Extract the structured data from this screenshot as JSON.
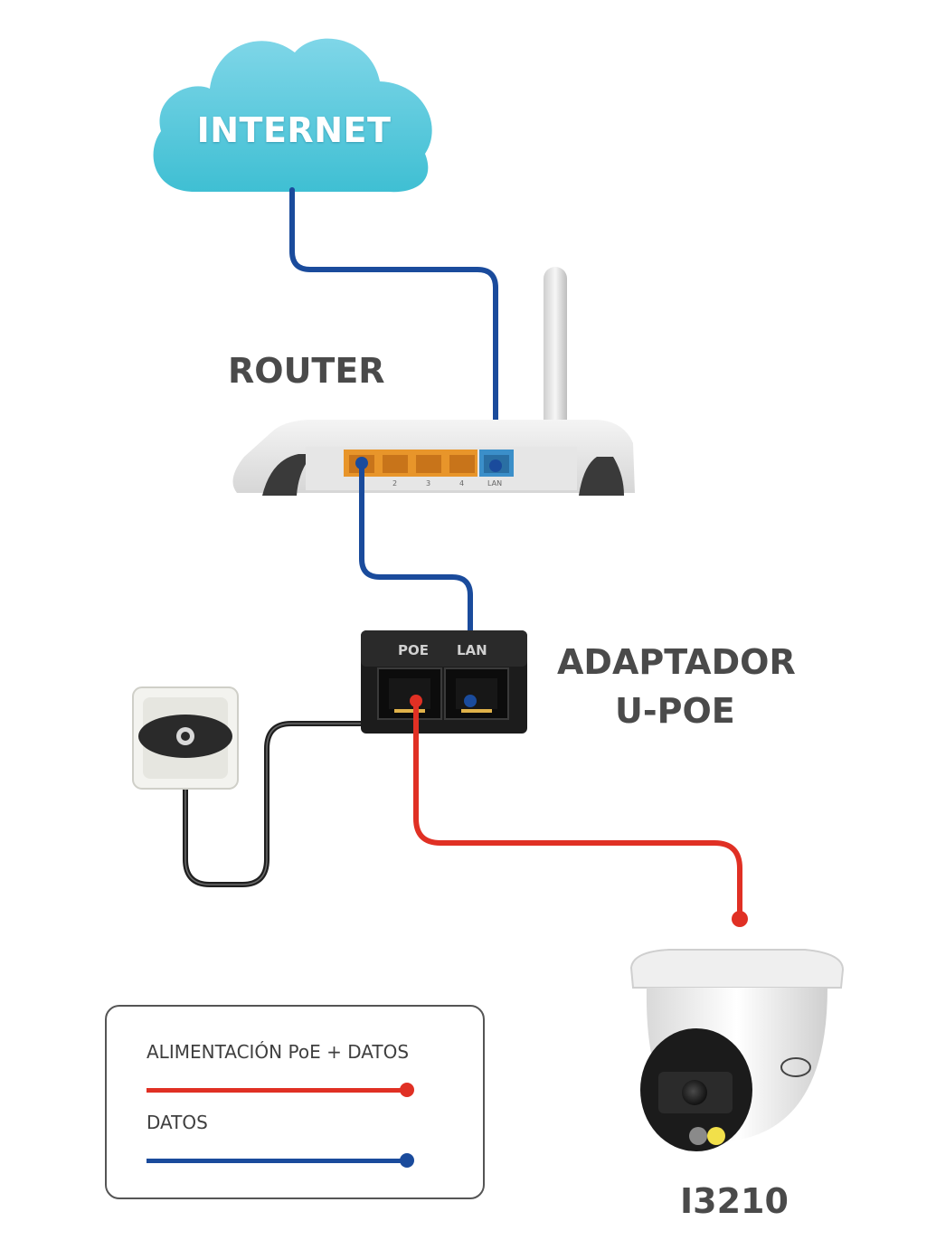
{
  "nodes": {
    "internet": "INTERNET",
    "router": "ROUTER",
    "adapter_line1": "ADAPTADOR",
    "adapter_line2": "U-POE",
    "camera": "I3210"
  },
  "router_ports": [
    "2",
    "3",
    "4",
    "LAN"
  ],
  "adapter_ports": {
    "poe": "POE",
    "lan": "LAN"
  },
  "legend": {
    "items": [
      {
        "label": "ALIMENTACIÓN PoE + DATOS",
        "color": "#e03024"
      },
      {
        "label": "DATOS",
        "color": "#1a4b9c"
      }
    ]
  },
  "colors": {
    "poe_data": "#e03024",
    "data": "#1a4b9c",
    "power": "#2b2b2b",
    "cloud": "#5ec8dc"
  }
}
